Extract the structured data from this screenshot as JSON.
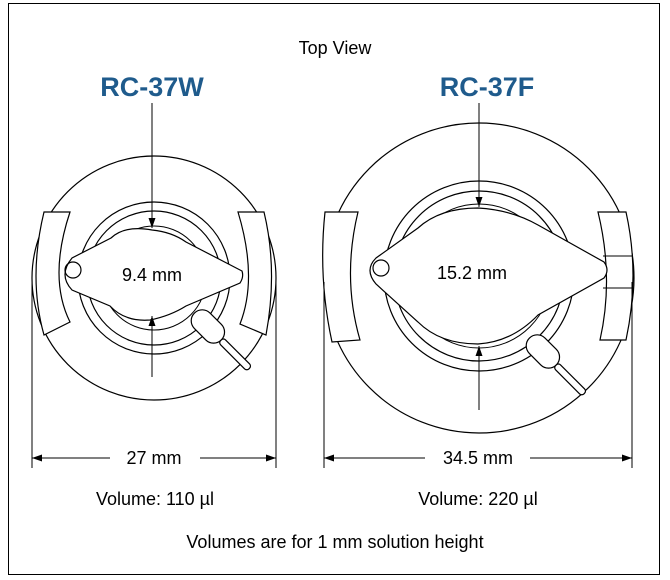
{
  "view_title": "Top View",
  "chambers": [
    {
      "model": "RC-37W",
      "inner_dimension": "9.4 mm",
      "outer_dimension": "27 mm",
      "volume": "Volume: 110 µl",
      "accent_color": "#1f5b8c"
    },
    {
      "model": "RC-37F",
      "inner_dimension": "15.2 mm",
      "outer_dimension": "34.5 mm",
      "volume": "Volume: 220 µl",
      "accent_color": "#1f5b8c"
    }
  ],
  "footnote": "Volumes are for 1 mm solution height"
}
